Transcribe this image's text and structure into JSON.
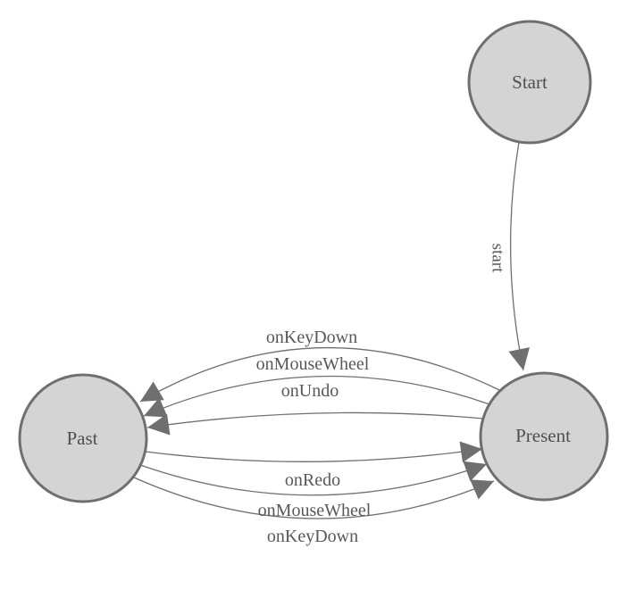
{
  "diagram": {
    "title": "undo-redo state diagram",
    "type": "state-diagram",
    "background": "#ffffff",
    "colors": {
      "node_fill": "#d4d4d4",
      "node_border": "#6f6f6f",
      "edge": "#6f6f6f",
      "arrowhead": "#6f6f6f",
      "node_text": "#4f4f4f",
      "label_text": "#585858"
    },
    "nodes": [
      {
        "id": "start",
        "label": "Start"
      },
      {
        "id": "past",
        "label": "Past"
      },
      {
        "id": "present",
        "label": "Present"
      }
    ],
    "edges": [
      {
        "from": "start",
        "to": "present",
        "label": "start"
      },
      {
        "from": "present",
        "to": "past",
        "label": "onKeyDown"
      },
      {
        "from": "present",
        "to": "past",
        "label": "onMouseWheel"
      },
      {
        "from": "present",
        "to": "past",
        "label": "onUndo"
      },
      {
        "from": "past",
        "to": "present",
        "label": "onRedo"
      },
      {
        "from": "past",
        "to": "present",
        "label": "onMouseWheel"
      },
      {
        "from": "past",
        "to": "present",
        "label": "onKeyDown"
      }
    ]
  }
}
